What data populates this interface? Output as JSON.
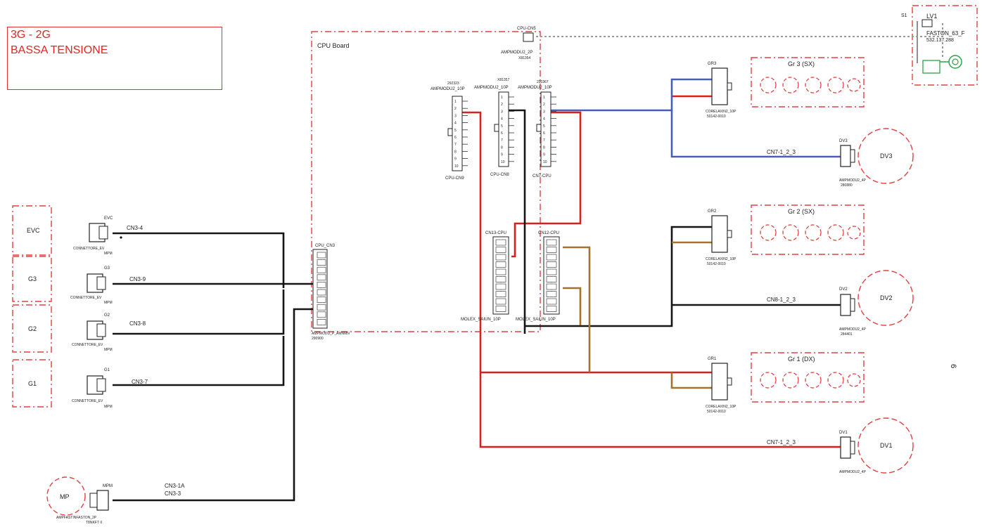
{
  "title": {
    "line1": "3G - 2G",
    "line2": "BASSA TENSIONE"
  },
  "cpu_board": {
    "label": "CPU Board",
    "top_connector": {
      "name": "CPU-CN5",
      "type": "AMPMODU2_2P",
      "code": "X81354"
    },
    "header_cn9": {
      "name": "CPU-CN9",
      "type": "AMPMODU2_10P",
      "code": "292323",
      "pins": [
        "1",
        "2",
        "3",
        "4",
        "5",
        "6",
        "7",
        "8",
        "9",
        "10"
      ]
    },
    "header_cn8": {
      "name": "CPU-CN8",
      "type": "AMPMODU2_10P",
      "code": "X81357",
      "pins": [
        "1",
        "2",
        "3",
        "4",
        "5",
        "6",
        "7",
        "8",
        "9",
        "10"
      ]
    },
    "header_cn7": {
      "name": "CN7-CPU",
      "type": "AMPMODU2_10P",
      "code": "290367",
      "pins": [
        "1",
        "2",
        "3",
        "4",
        "5",
        "6",
        "7",
        "8",
        "9",
        "10"
      ]
    },
    "header_cn13": {
      "name": "CN13-CPU",
      "type": "MOLEX_SAIUN_10P"
    },
    "header_cn12": {
      "name": "CN12-CPU",
      "type": "MOLEX_SAIUN_10P"
    },
    "cn3": {
      "name": "CPU_CN3",
      "type": "AMPMODU_P_AMNMN",
      "code": "290900"
    }
  },
  "left_components": [
    {
      "box": "EVC",
      "label": "EVC",
      "connector": "CONNETTORE_EV",
      "sub": "MPM",
      "wire": "CN3-4"
    },
    {
      "box": "G3",
      "label": "G3",
      "connector": "CONNETTORE_EV",
      "sub": "MPM",
      "wire": "CN3-9"
    },
    {
      "box": "G2",
      "label": "G2",
      "connector": "CONNETTORE_EV",
      "sub": "MPM",
      "wire": "CN3-8"
    },
    {
      "box": "G1",
      "label": "G1",
      "connector": "CONNETTORE_EV",
      "sub": "MPM",
      "wire": "CN3-7"
    }
  ],
  "motor": {
    "label": "MP",
    "code": "MPM",
    "connector": "AMPFASTINFASTON_2P",
    "sub": "T8NKFT II",
    "wire1": "CN3-1A",
    "wire2": "CN3-3"
  },
  "groups": [
    {
      "name": "Gr 3 (SX)",
      "connector": "GR3",
      "cable": "CORELAXIN2_10P",
      "code": "50142-0010"
    },
    {
      "name": "Gr 2 (SX)",
      "connector": "GR2",
      "cable": "CORELAXIN2_10P",
      "code": "50142-0010"
    },
    {
      "name": "Gr 1 (DX)",
      "connector": "GR1",
      "cable": "CORELAXIN2_10P",
      "code": "50142-0010"
    }
  ],
  "valves": [
    {
      "name": "DV3",
      "tag": "DV3",
      "wire": "CN7-1_2_3",
      "connector": "AMPMODU2_4P",
      "code": "280880"
    },
    {
      "name": "DV2",
      "tag": "DV2",
      "wire": "CN8-1_2_3",
      "connector": "AMPMODU2_4P",
      "code": "284401"
    },
    {
      "name": "DV1",
      "tag": "DV1",
      "wire": "CN7-1_2_3",
      "connector": "AMPMODU2_4P",
      "code": ""
    }
  ],
  "top_right": {
    "s1": "S1",
    "lv1": "LV1",
    "faston": "FASTON_63_F",
    "code": "532.137.288"
  },
  "page_number": "6",
  "colors": {
    "red": "#d92020",
    "blue": "#4a5db5",
    "black": "#151515",
    "brown": "#a0732e",
    "green": "#2fa24a",
    "dash": "#e04040"
  }
}
